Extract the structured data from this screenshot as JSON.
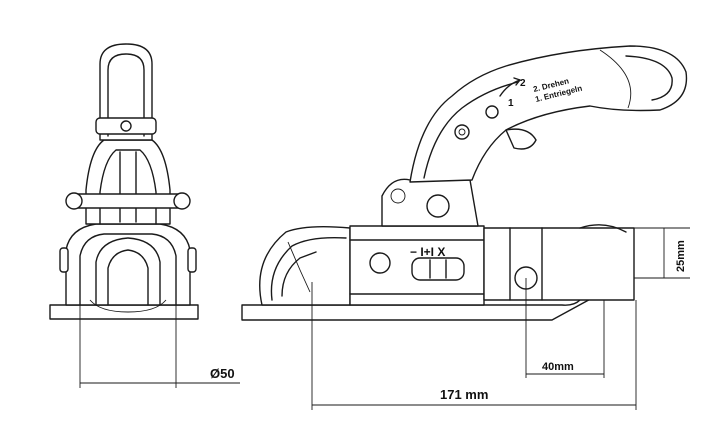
{
  "dimensions": {
    "diameter_label": "Ø50",
    "height_label": "25mm",
    "offset_label": "40mm",
    "length_label": "171 mm"
  },
  "handle": {
    "step_1_number": "1",
    "step_2_number": "2",
    "step_1_text": "1. Entriegeln",
    "step_2_text": "2. Drehen"
  },
  "indicator": {
    "marks": "− I+I X"
  }
}
